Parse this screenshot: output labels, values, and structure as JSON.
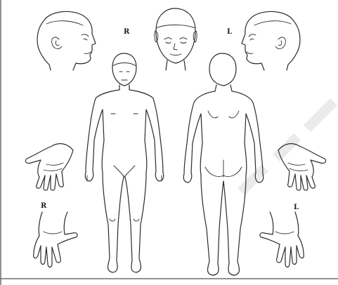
{
  "labels": {
    "right_top": "R",
    "left_top": "L",
    "right_hand": "R",
    "left_hand": "L"
  },
  "colors": {
    "line": "#2b2b2b",
    "frame": "#6e6e6e",
    "background": "#ffffff",
    "watermark": "#d9d9d9"
  }
}
